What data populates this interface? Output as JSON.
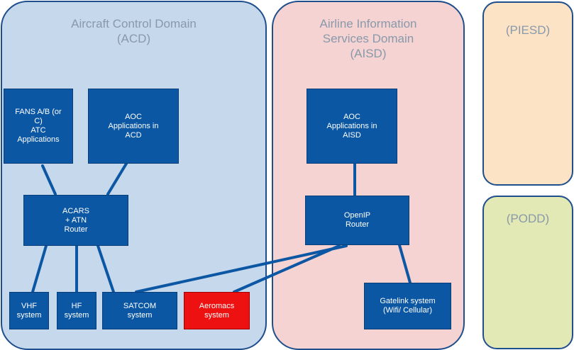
{
  "colors": {
    "acd_fill": "#c5d8ec",
    "aisd_fill": "#f5d3d3",
    "piesd_fill": "#fce3c6",
    "podd_fill": "#e3e9b5",
    "domain_border": "#1f4e8c",
    "box_fill": "#0b57a4",
    "highlight_box_fill": "#ee1111",
    "link_color": "#0b57a4"
  },
  "domains": {
    "acd": {
      "title": "Aircraft Control Domain\n(ACD)"
    },
    "aisd": {
      "title": "Airline Information\nServices Domain\n(AISD)"
    },
    "piesd": {
      "title": "(PIESD)"
    },
    "podd": {
      "title": "(PODD)"
    }
  },
  "boxes": {
    "fans": "FANS A/B (or\nC)\nATC\nApplications",
    "aoc_acd": "AOC\nApplications in\nACD",
    "acars": "ACARS\n+ ATN\nRouter",
    "vhf": "VHF\nsystem",
    "hf": "HF\nsystem",
    "satcom": "SATCOM\nsystem",
    "aeromacs": "Aeromacs\nsystem",
    "aoc_aisd": "AOC\nApplications in\nAISD",
    "openip": "OpenIP\nRouter",
    "gatelink": "Gatelink system\n(Wifi/ Cellular)"
  }
}
